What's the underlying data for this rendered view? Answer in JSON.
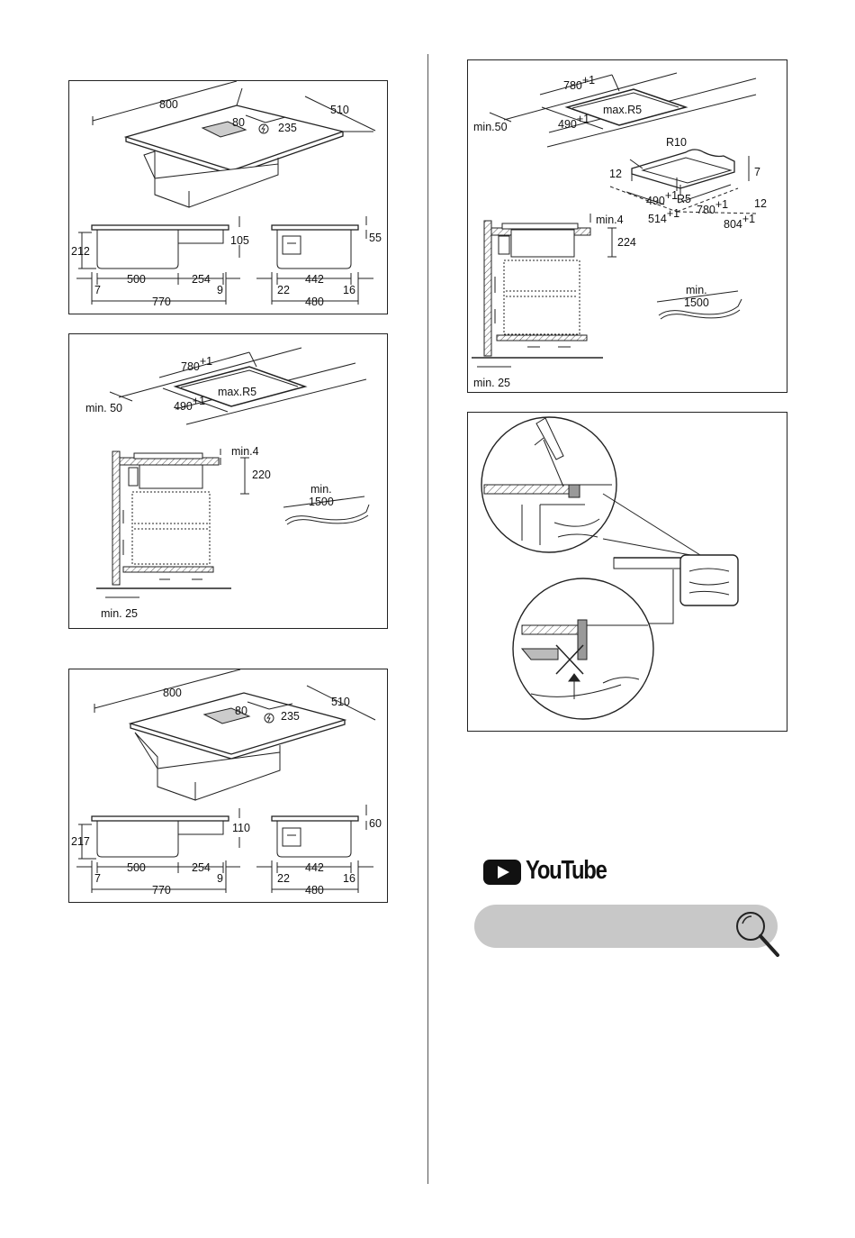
{
  "fig1": {
    "width": "800",
    "depth": "510",
    "vent": "80",
    "power": "235",
    "front_height": "212",
    "front_top": "105",
    "side_top": "55",
    "w1": "500",
    "w2": "254",
    "w_total": "770",
    "off_l": "7",
    "off_r": "9",
    "side_w": "442",
    "side_total": "480",
    "side_l": "22",
    "side_r": "16"
  },
  "fig2": {
    "cut_w": "780",
    "cut_w_tol": "+1",
    "cut_d": "490",
    "cut_d_tol": "+1",
    "radius": "max.R5",
    "edge": "min. 50",
    "gap": "min.4",
    "height": "220",
    "cable_label": "min.",
    "cable": "1500",
    "wall": "min. 25"
  },
  "fig3": {
    "width": "800",
    "depth": "510",
    "vent": "80",
    "power": "235",
    "front_height": "217",
    "front_top": "110",
    "side_top": "60",
    "w1": "500",
    "w2": "254",
    "w_total": "770",
    "off_l": "7",
    "off_r": "9",
    "side_w": "442",
    "side_total": "480",
    "side_l": "22",
    "side_r": "16"
  },
  "fig4": {
    "cut_w": "780",
    "cut_w_tol": "+1",
    "cut_d": "490",
    "cut_d_tol": "+1",
    "radius": "max.R5",
    "edge": "min.50",
    "r10": "R10",
    "frame_l": "12",
    "frame_r": "12",
    "frame_h": "7",
    "in_d": "490",
    "in_d_tol": "+1",
    "r5": "R5",
    "in_w": "780",
    "in_w_tol": "+1",
    "out_d": "514",
    "out_d_tol": "+1",
    "out_w": "804",
    "out_w_tol": "+1",
    "gap": "min.4",
    "height": "224",
    "cable_label": "min.",
    "cable": "1500",
    "wall": "min. 25"
  },
  "youtube": {
    "word": "YouTube",
    "icon": "youtube-play-icon"
  },
  "search": {
    "placeholder": "",
    "icon": "magnifier-icon"
  }
}
